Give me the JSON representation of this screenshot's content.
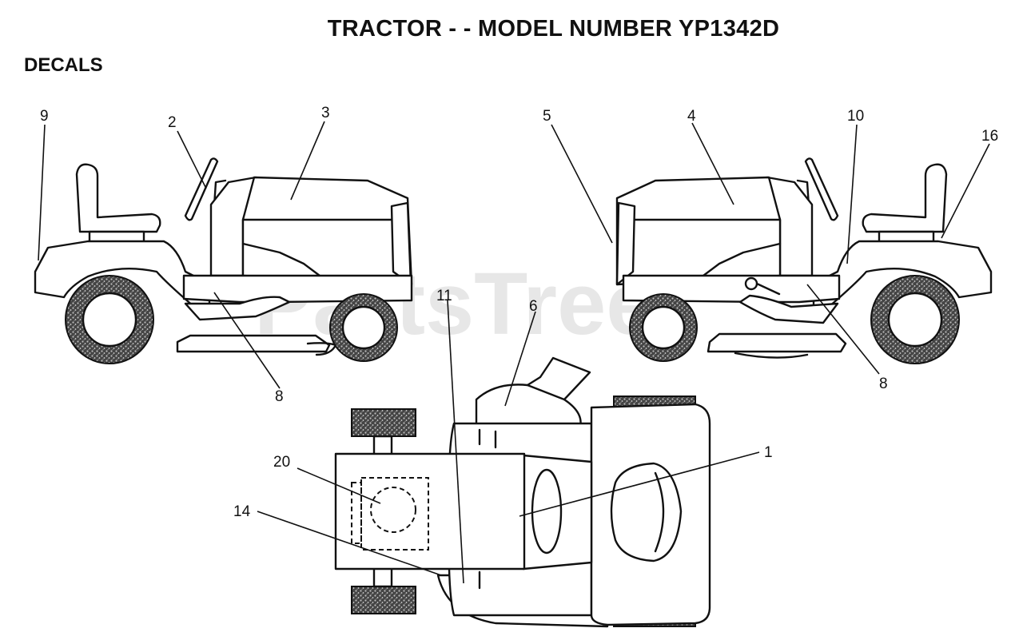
{
  "title": "TRACTOR - - MODEL NUMBER YP1342D",
  "section": "DECALS",
  "watermark": "PartsTree",
  "callouts": {
    "c1": "1",
    "c2": "2",
    "c3": "3",
    "c4": "4",
    "c5": "5",
    "c6": "6",
    "c8a": "8",
    "c8b": "8",
    "c9": "9",
    "c10": "10",
    "c11": "11",
    "c14": "14",
    "c16": "16",
    "c20": "20"
  }
}
